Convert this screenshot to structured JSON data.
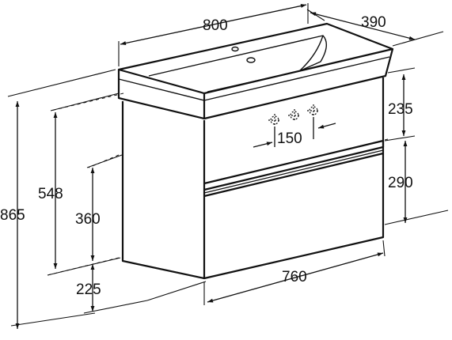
{
  "figure": {
    "kind": "technical dimension drawing of a wall-hung vanity unit with washbasin and two drawers",
    "units": "mm",
    "line_color": "#111111",
    "background": "#ffffff"
  },
  "dimensions": {
    "basin_width": "800",
    "basin_depth": "390",
    "basin_height": "235",
    "tap_spacing": "150",
    "drawer_height": "290",
    "cabinet_width": "760",
    "total_height": "865",
    "mount_height": "548",
    "cabinet_body_height": "360",
    "bottom_clearance": "225"
  },
  "symbols": {
    "tap_holes": "tap-hole-markers",
    "drain": "drain-hole"
  }
}
